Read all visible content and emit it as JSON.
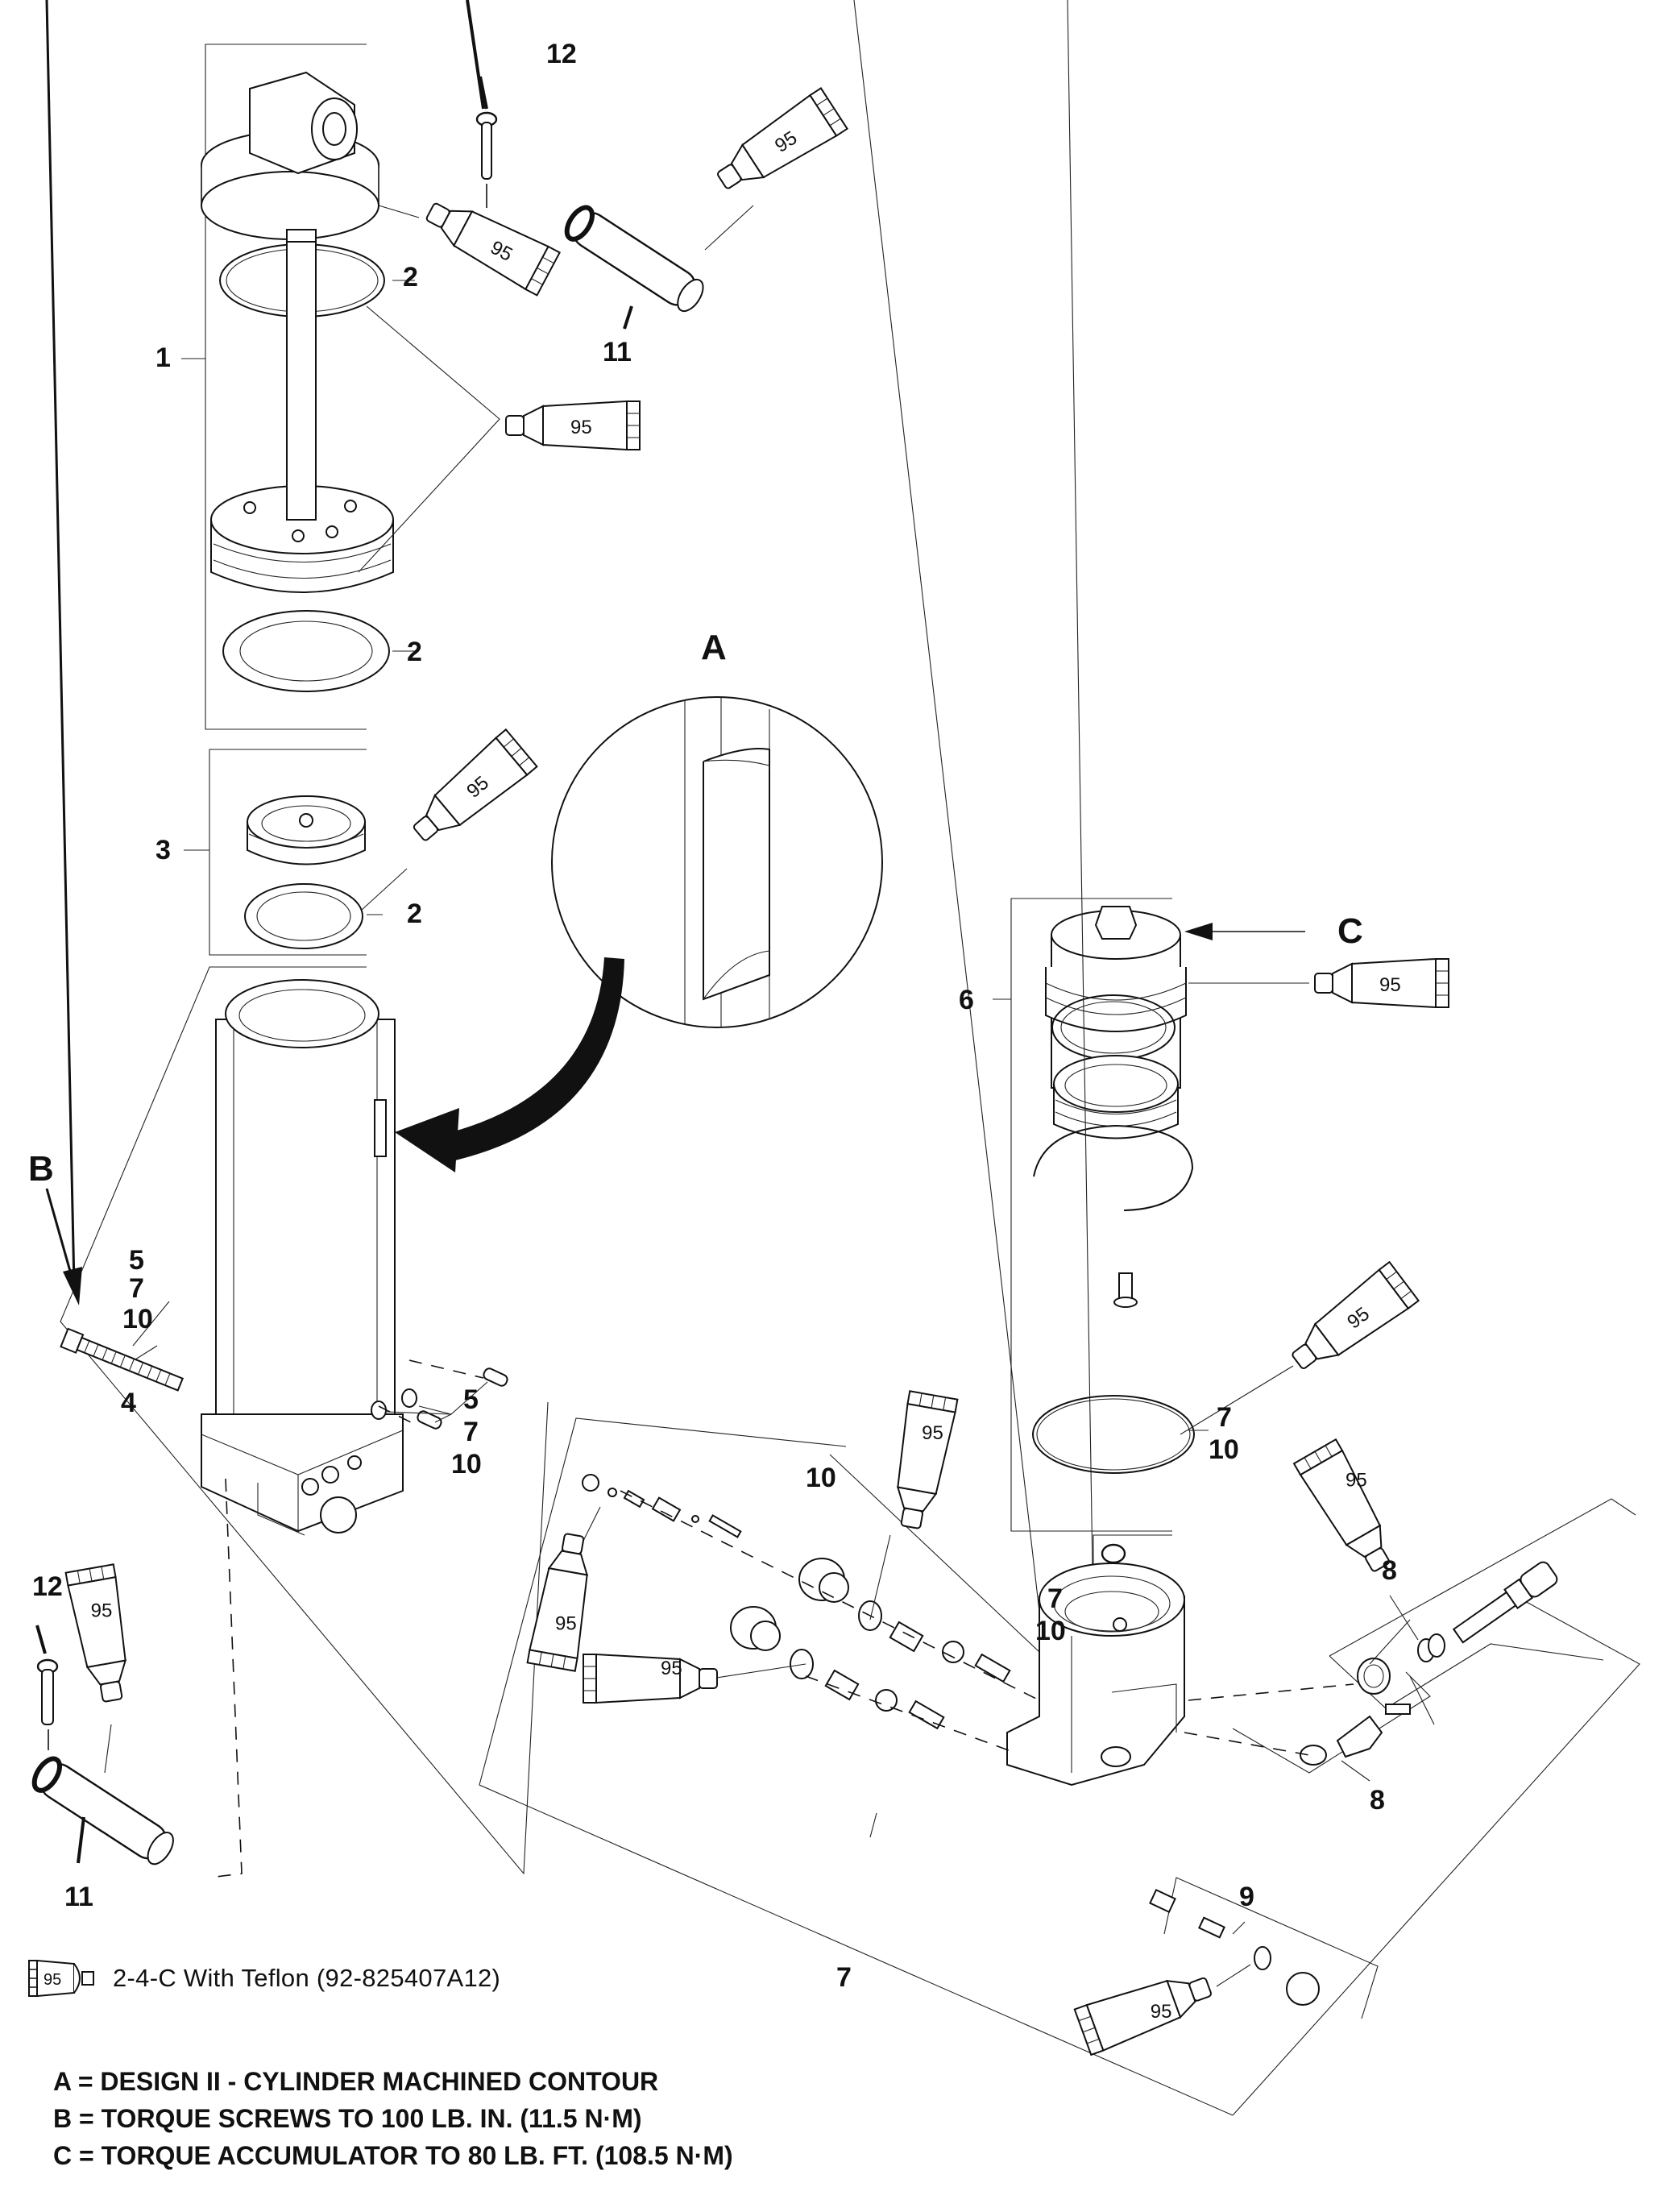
{
  "diagram": {
    "title_visible": false,
    "detail_labels": {
      "A": "A",
      "B": "B",
      "C": "C"
    },
    "callouts": {
      "c1": "1",
      "c2a": "2",
      "c2b": "2",
      "c2c": "2",
      "c3": "3",
      "c4": "4",
      "c5_group1": [
        "5",
        "7",
        "10"
      ],
      "c5_group2": [
        "5",
        "7",
        "10"
      ],
      "c6": "6",
      "c7_main": "7",
      "c7_oring": [
        "7",
        "10"
      ],
      "c7_small": [
        "7",
        "10"
      ],
      "c8a": "8",
      "c8b": "8",
      "c9": "9",
      "c10_top": "10",
      "c11a": "11",
      "c11b": "11",
      "c12a": "12",
      "c12b": "12"
    },
    "lubricant_tube_label": "95"
  },
  "legend": {
    "tube_label": "95",
    "text": "2-4-C  With Teflon (92-825407A12)"
  },
  "notes": [
    "A = DESIGN II - CYLINDER MACHINED CONTOUR",
    "B = TORQUE SCREWS  TO 100 LB. IN. (11.5 N·M)",
    "C = TORQUE ACCUMULATOR TO 80 LB. FT. (108.5 N·M)"
  ]
}
